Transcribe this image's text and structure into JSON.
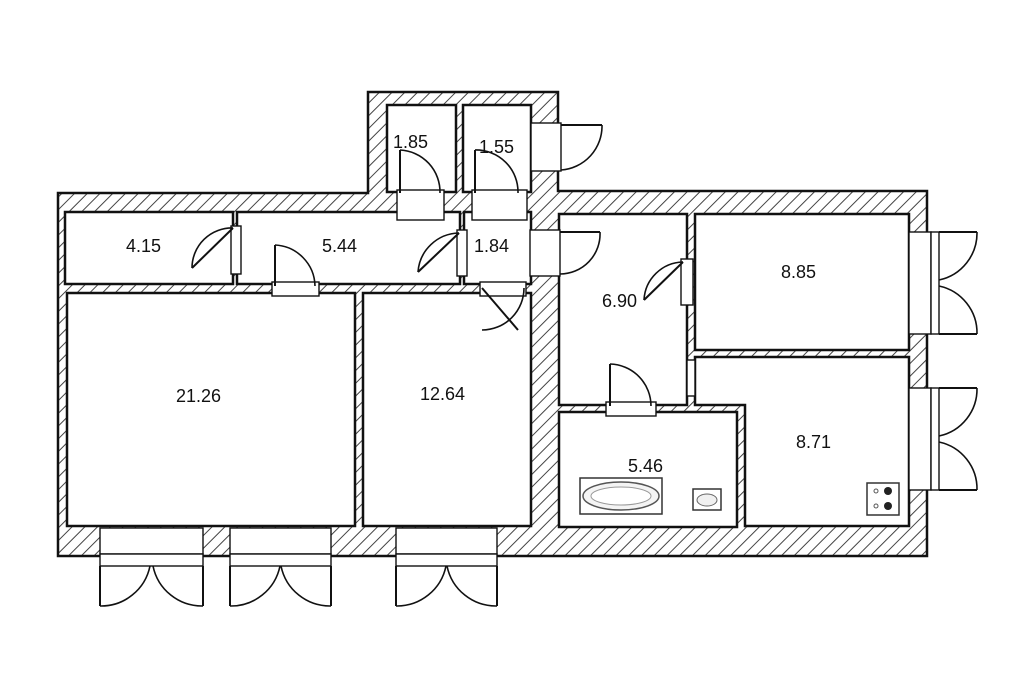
{
  "rooms": {
    "r_4_15": "4.15",
    "r_5_44": "5.44",
    "r_1_84": "1.84",
    "r_1_85": "1.85",
    "r_1_55": "1.55",
    "r_6_90": "6.90",
    "r_8_85": "8.85",
    "r_21_26": "21.26",
    "r_12_64": "12.64",
    "r_5_46": "5.46",
    "r_8_71": "8.71"
  },
  "colors": {
    "wall_stroke": "#111111",
    "hatch": "#444444",
    "background": "#ffffff"
  },
  "fixtures": {
    "bathtub": "bathtub-icon",
    "sink": "sink-icon",
    "stove": "stove-icon"
  }
}
